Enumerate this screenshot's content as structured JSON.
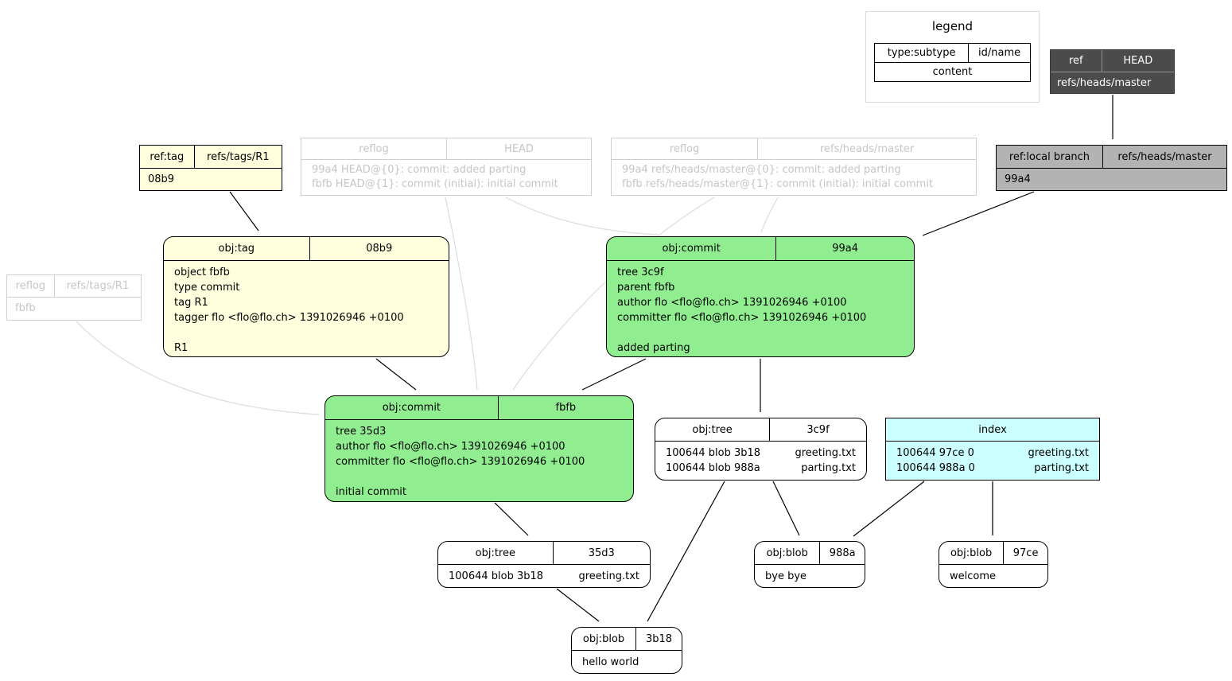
{
  "legend": {
    "title": "legend",
    "type_label": "type:subtype",
    "id_label": "id/name",
    "content_label": "content"
  },
  "colors": {
    "tag_fill": "#ffffdd",
    "commit_fill": "#90ee90",
    "index_fill": "#ccffff",
    "head_ref_fill": "#4b4b4b",
    "branch_ref_fill": "#b3b3b3",
    "faded_text": "#c6c6c6",
    "edge": "#000000",
    "faded_edge": "#dcdcdc"
  },
  "nodes": {
    "head_ref": {
      "type": "ref",
      "name": "HEAD",
      "content": "refs/heads/master"
    },
    "local_branch": {
      "type": "ref:local branch",
      "name": "refs/heads/master",
      "content": "99a4"
    },
    "ref_tag": {
      "type": "ref:tag",
      "name": "refs/tags/R1",
      "content": "08b9"
    },
    "reflog_head": {
      "type": "reflog",
      "name": "HEAD",
      "lines": [
        "99a4 HEAD@{0}: commit: added parting",
        "fbfb HEAD@{1}: commit (initial): initial commit"
      ]
    },
    "reflog_master": {
      "type": "reflog",
      "name": "refs/heads/master",
      "lines": [
        "99a4 refs/heads/master@{0}: commit: added parting",
        "fbfb refs/heads/master@{1}: commit (initial): initial commit"
      ]
    },
    "reflog_tag": {
      "type": "reflog",
      "name": "refs/tags/R1",
      "content": "fbfb"
    },
    "obj_tag": {
      "type": "obj:tag",
      "name": "08b9",
      "lines": [
        "object fbfb",
        "type commit",
        "tag R1",
        "tagger flo <flo@flo.ch> 1391026946 +0100",
        "",
        "R1"
      ]
    },
    "commit_99a4": {
      "type": "obj:commit",
      "name": "99a4",
      "lines": [
        "tree 3c9f",
        "parent fbfb",
        "author flo <flo@flo.ch> 1391026946 +0100",
        "committer flo <flo@flo.ch> 1391026946 +0100",
        "",
        "added parting"
      ]
    },
    "commit_fbfb": {
      "type": "obj:commit",
      "name": "fbfb",
      "lines": [
        "tree 35d3",
        "author flo <flo@flo.ch> 1391026946 +0100",
        "committer flo <flo@flo.ch> 1391026946 +0100",
        "",
        "initial commit"
      ]
    },
    "tree_3c9f": {
      "type": "obj:tree",
      "name": "3c9f",
      "rows": [
        {
          "mode": "100644 blob 3b18",
          "file": "greeting.txt"
        },
        {
          "mode": "100644 blob 988a",
          "file": "parting.txt"
        }
      ]
    },
    "index": {
      "type": "index",
      "rows": [
        {
          "mode": "100644 97ce 0",
          "file": "greeting.txt"
        },
        {
          "mode": "100644 988a 0",
          "file": "parting.txt"
        }
      ]
    },
    "tree_35d3": {
      "type": "obj:tree",
      "name": "35d3",
      "rows": [
        {
          "mode": "100644 blob 3b18",
          "file": "greeting.txt"
        }
      ]
    },
    "blob_988a": {
      "type": "obj:blob",
      "name": "988a",
      "content": "bye bye"
    },
    "blob_97ce": {
      "type": "obj:blob",
      "name": "97ce",
      "content": "welcome"
    },
    "blob_3b18": {
      "type": "obj:blob",
      "name": "3b18",
      "content": "hello world"
    }
  }
}
